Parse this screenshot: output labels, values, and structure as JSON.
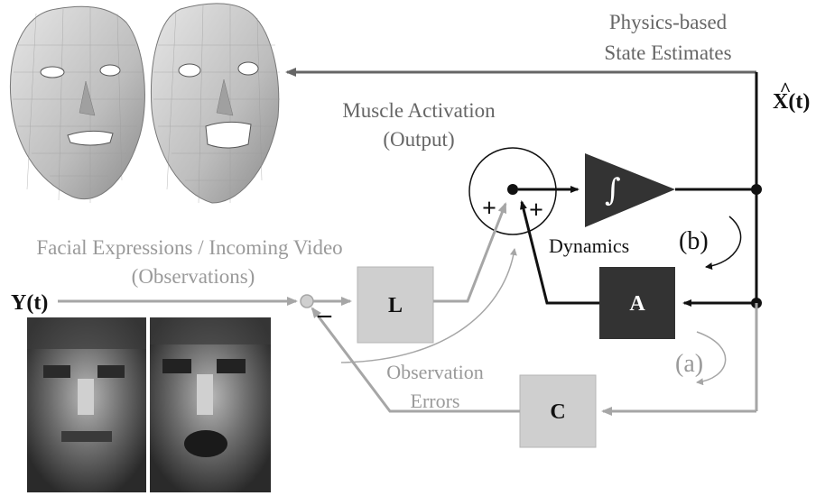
{
  "labels": {
    "physics_line1": "Physics-based",
    "physics_line2": "State Estimates",
    "xhat": "X(t)",
    "xhat_hat": "^",
    "muscle_line1": "Muscle Activation",
    "muscle_line2": "(Output)",
    "dynamics": "Dynamics",
    "b": "(b)",
    "a": "(a)",
    "facial_line1": "Facial Expressions / Incoming Video",
    "facial_line2": "(Observations)",
    "y": "Y(t)",
    "minus": "–",
    "plus_left": "+",
    "plus_right": "+",
    "obs_err_line1": "Observation",
    "obs_err_line2": "Errors"
  },
  "blocks": {
    "L": "L",
    "A": "A",
    "C": "C",
    "integrator": "∫"
  },
  "colors": {
    "dark": "#111111",
    "block_dark": "#333333",
    "gray_arrow": "#a6a6a6",
    "gray_block": "#cfcfcf",
    "gray_text": "#9a9a9a",
    "mid_text": "#666666"
  }
}
